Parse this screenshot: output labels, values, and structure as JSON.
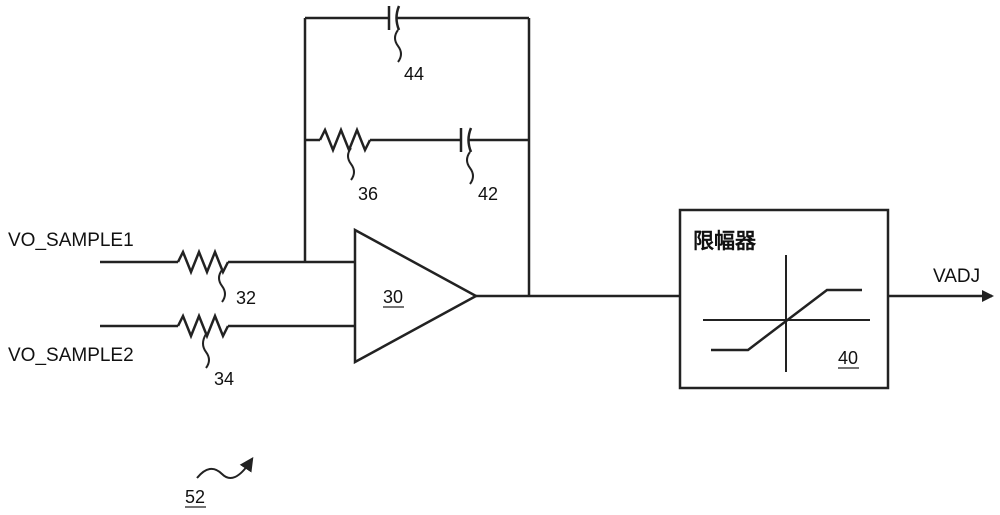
{
  "inputs": {
    "sample1": "VO_SAMPLE1",
    "sample2": "VO_SAMPLE2"
  },
  "output": {
    "label": "VADJ"
  },
  "limiter": {
    "title": "限幅器",
    "ref": "40"
  },
  "refs": {
    "amplifier": "30",
    "r32": "32",
    "r34": "34",
    "r36": "36",
    "c42": "42",
    "c44": "44",
    "system": "52"
  },
  "colors": {
    "line": "#222222",
    "background": "#ffffff"
  }
}
